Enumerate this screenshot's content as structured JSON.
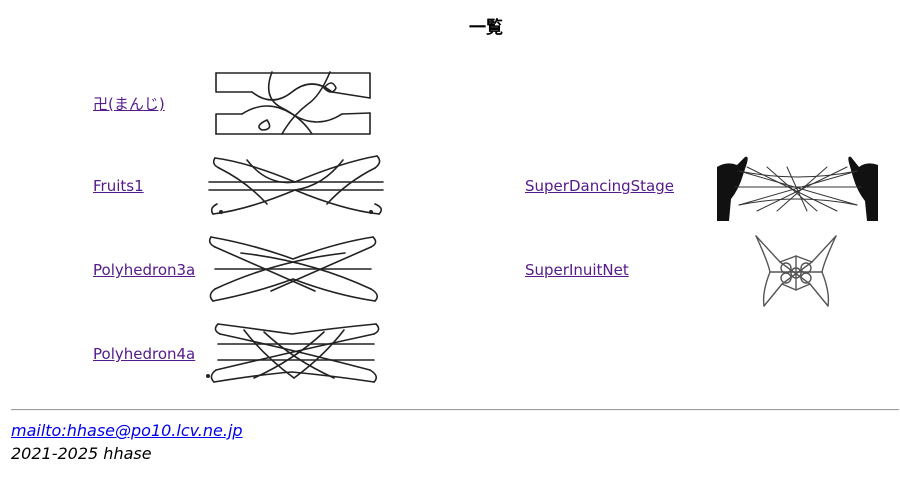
{
  "page": {
    "title": "一覧"
  },
  "entries": [
    {
      "label": "卍(まんじ)",
      "image": "manji-string-figure"
    },
    {
      "label": "Fruits1",
      "image": "fruits1-string-figure"
    },
    {
      "label": "Polyhedron3a",
      "image": "polyhedron3a-string-figure"
    },
    {
      "label": "Polyhedron4a",
      "image": "polyhedron4a-string-figure"
    },
    {
      "label": "SuperDancingStage",
      "image": "super-dancing-stage-photo"
    },
    {
      "label": "SuperInuitNet",
      "image": "super-inuit-net-string-figure"
    }
  ],
  "footer": {
    "mailto": "mailto:hhase@po10.lcv.ne.jp",
    "copyright": "2021-2025 hhase"
  }
}
